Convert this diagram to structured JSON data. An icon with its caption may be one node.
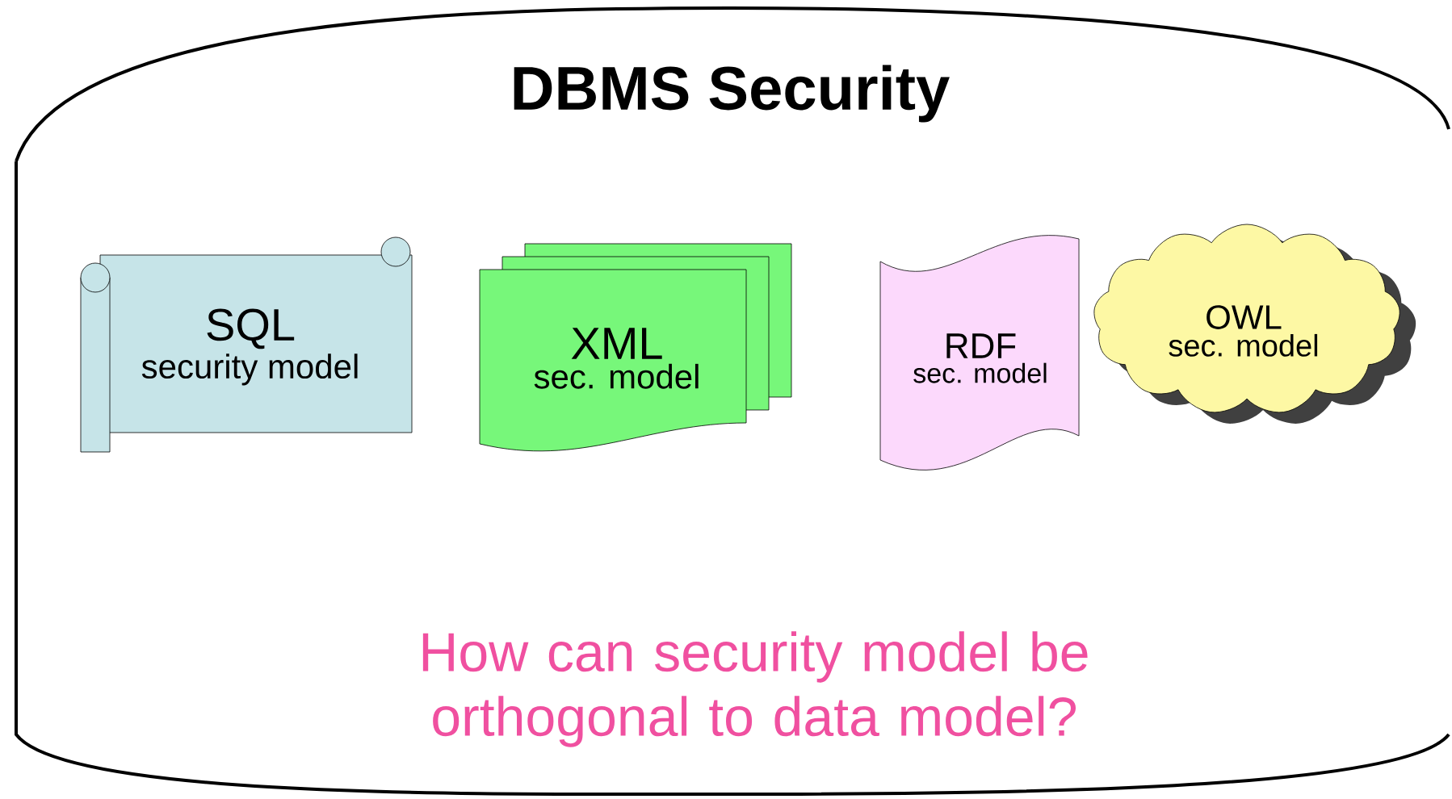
{
  "diagram": {
    "nodes": [
      {
        "text": [
          "DBMS Security",
          "How can security model be orthogonal to data model?"
        ]
      },
      {
        "text": [
          "SQL",
          "security model"
        ],
        "in": 0
      },
      {
        "text": [
          "XML",
          "sec. model"
        ],
        "in": 0
      },
      {
        "text": [
          "RDF",
          "sec. model"
        ],
        "in": 0
      },
      {
        "text": [
          "OWL",
          "sec. model"
        ],
        "in": 0
      }
    ]
  }
}
